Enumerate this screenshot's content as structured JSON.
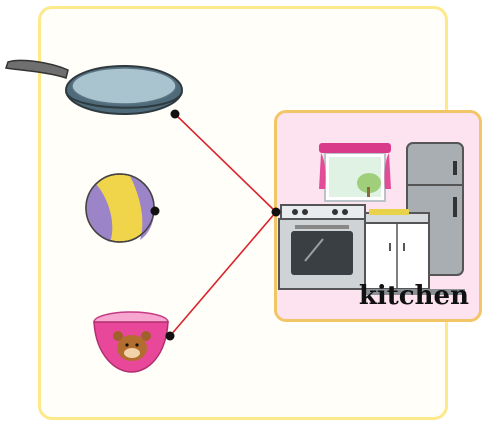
{
  "kitchen_card": {
    "label": "kitchen"
  },
  "objects": [
    {
      "name": "frying-pan",
      "connected": true
    },
    {
      "name": "ball",
      "connected": false
    },
    {
      "name": "bowl",
      "connected": true
    }
  ],
  "line_color": "#d8232a",
  "panel_border_color": "#fde98a",
  "card_border_color": "#f2c566"
}
